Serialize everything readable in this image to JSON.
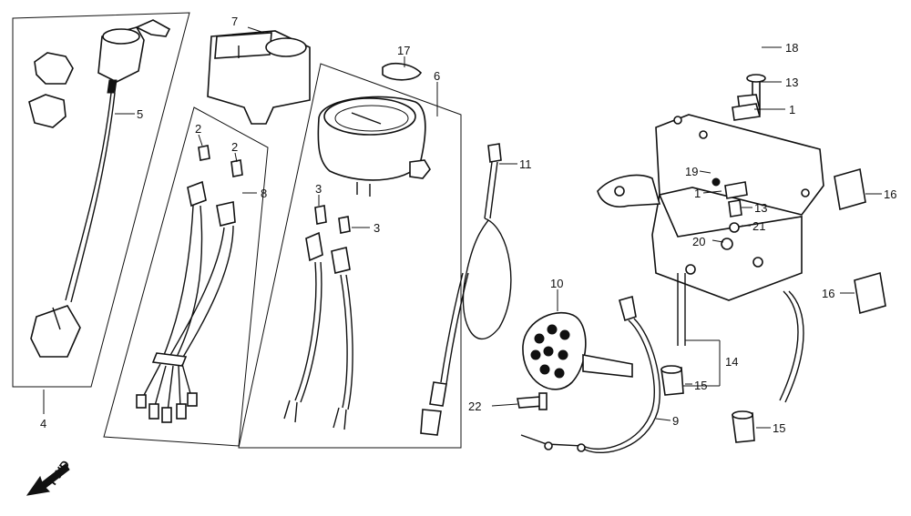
{
  "diagram": {
    "callouts": [
      {
        "id": "c7",
        "text": "7"
      },
      {
        "id": "c17",
        "text": "17"
      },
      {
        "id": "c6",
        "text": "6"
      },
      {
        "id": "c5",
        "text": "5"
      },
      {
        "id": "c2a",
        "text": "2"
      },
      {
        "id": "c2b",
        "text": "2"
      },
      {
        "id": "c8",
        "text": "8"
      },
      {
        "id": "c3a",
        "text": "3"
      },
      {
        "id": "c3b",
        "text": "3"
      },
      {
        "id": "c4",
        "text": "4"
      },
      {
        "id": "c11",
        "text": "11"
      },
      {
        "id": "c18",
        "text": "18"
      },
      {
        "id": "c13a",
        "text": "13"
      },
      {
        "id": "c1a",
        "text": "1"
      },
      {
        "id": "c19",
        "text": "19"
      },
      {
        "id": "c1b",
        "text": "1"
      },
      {
        "id": "c13b",
        "text": "13"
      },
      {
        "id": "c21",
        "text": "21"
      },
      {
        "id": "c20",
        "text": "20"
      },
      {
        "id": "c16a",
        "text": "16"
      },
      {
        "id": "c16b",
        "text": "16"
      },
      {
        "id": "c10",
        "text": "10"
      },
      {
        "id": "c14",
        "text": "14"
      },
      {
        "id": "c15a",
        "text": "15"
      },
      {
        "id": "c15b",
        "text": "15"
      },
      {
        "id": "c22",
        "text": "22"
      },
      {
        "id": "c9",
        "text": "9"
      }
    ],
    "direction": "FWD"
  }
}
